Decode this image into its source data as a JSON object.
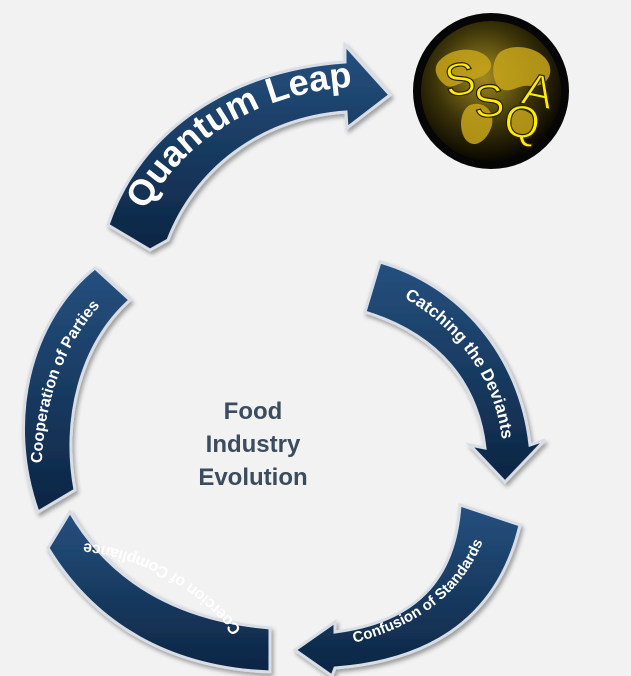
{
  "center": {
    "lines": [
      "Food",
      "Industry",
      "Evolution"
    ]
  },
  "arrows": {
    "quantum": "Quantum Leap",
    "catching": "Catching the Deviants",
    "confusion": "Confusion of Standards",
    "coercion": "Coercion of Compliance",
    "cooperation": "Cooperation of Parties"
  },
  "logo": {
    "letters": [
      "S",
      "S",
      "Q",
      "A"
    ]
  },
  "colors": {
    "arrow_fill": "#16365e",
    "arrow_edge": "#d9dee6",
    "center_text": "#3b4c5e",
    "logo_letters": "#ffec00",
    "background": "#f2f2f2"
  }
}
